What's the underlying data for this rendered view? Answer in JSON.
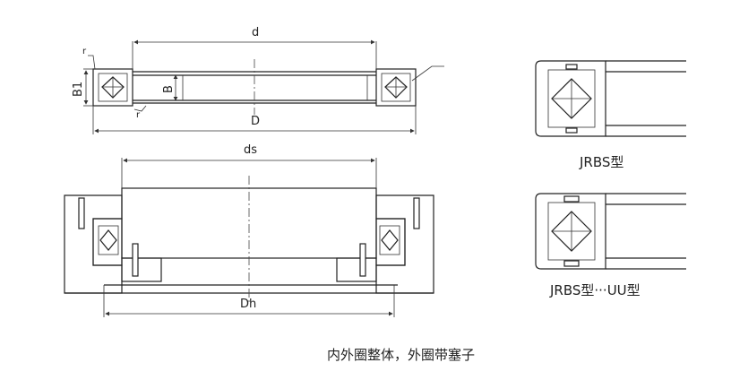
{
  "labels": {
    "d": "d",
    "D": "D",
    "B": "B",
    "B1": "B1",
    "r": "r",
    "ds": "ds",
    "Dh": "Dh"
  },
  "captions": {
    "jrbs": "JRBS型",
    "jrbs_uu": "JRBS型···UU型",
    "note": "内外圈整体，外圈带塞子"
  }
}
